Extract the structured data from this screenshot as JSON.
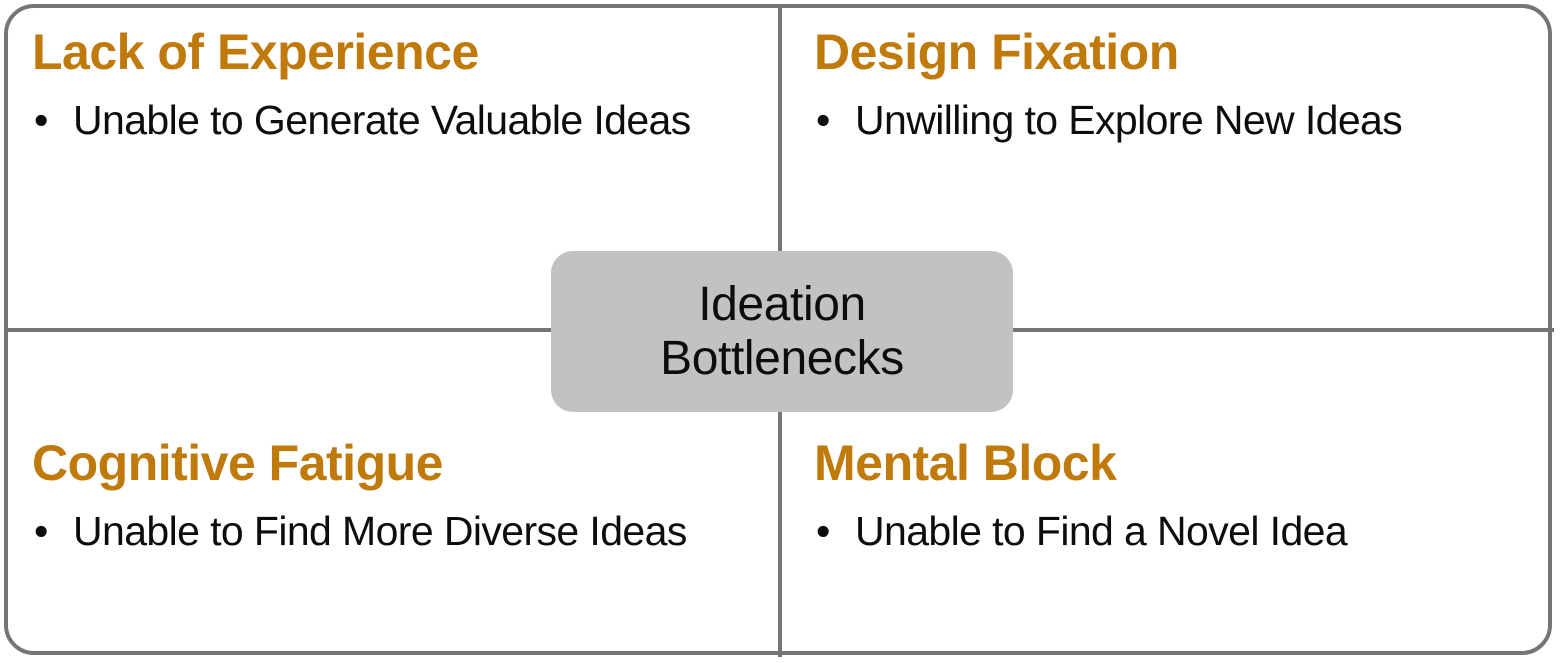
{
  "diagram": {
    "type": "quadrant-mind-map",
    "center": {
      "line1": "Ideation",
      "line2": "Bottlenecks",
      "fill_color": "#C2C2C2",
      "text_color": "#0D0D0D"
    },
    "theme": {
      "heading_color": "#C07A0C",
      "body_color": "#0D0D0D",
      "frame_color": "#757575",
      "background_color": "#FFFFFF"
    },
    "bullet_glyph": "•",
    "quadrants": [
      {
        "position": "top-left",
        "title": "Lack of Experience",
        "bullets": [
          "Unable to Generate Valuable Ideas"
        ]
      },
      {
        "position": "top-right",
        "title": "Design Fixation",
        "bullets": [
          "Unwilling to Explore New Ideas"
        ]
      },
      {
        "position": "bottom-left",
        "title": "Cognitive Fatigue",
        "bullets": [
          "Unable to Find More Diverse Ideas"
        ]
      },
      {
        "position": "bottom-right",
        "title": "Mental Block",
        "bullets": [
          "Unable to Find a Novel Idea"
        ]
      }
    ]
  }
}
